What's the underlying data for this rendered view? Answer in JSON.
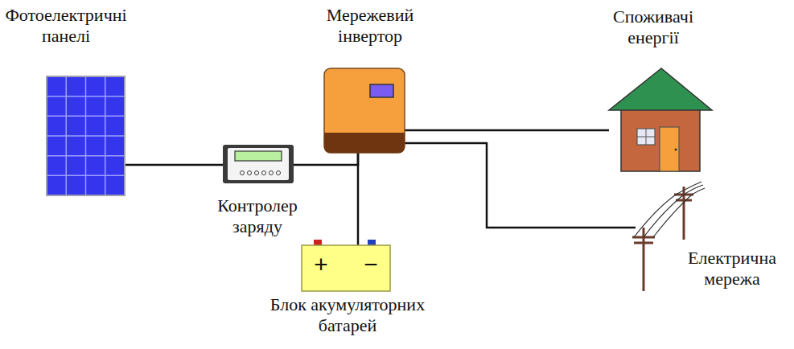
{
  "diagram": {
    "nodes": [
      {
        "text": [
          "Фотоелектричні панелі"
        ]
      },
      {
        "text": [
          "Мережевий інвертор"
        ]
      },
      {
        "text": [
          "Споживачі енергії"
        ]
      },
      {
        "text": [
          "Контролер заряду"
        ]
      },
      {
        "text": [
          "+",
          "−",
          "Блок акумуляторних батарей"
        ]
      },
      {
        "text": [
          "Електрична мережа"
        ]
      }
    ],
    "edges": [
      {
        "from": 0,
        "to": 3,
        "arrow": "none"
      },
      {
        "from": 3,
        "to": 1,
        "arrow": "none"
      },
      {
        "from": 4,
        "to": 1,
        "arrow": "none"
      },
      {
        "from": 1,
        "to": 2,
        "arrow": "none"
      },
      {
        "from": 1,
        "to": 5,
        "arrow": "none"
      }
    ]
  }
}
